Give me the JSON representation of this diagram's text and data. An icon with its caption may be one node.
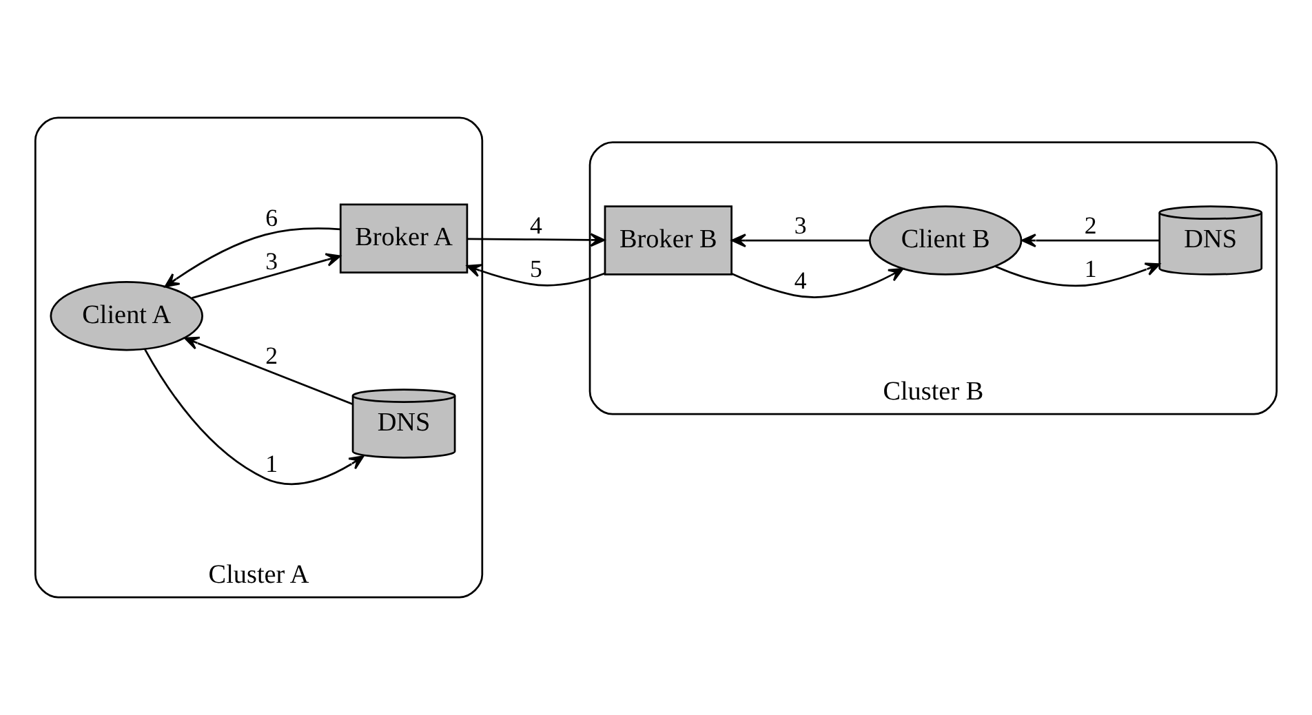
{
  "diagram": {
    "nodes": [
      {
        "text": [
          "Cluster A"
        ]
      },
      {
        "text": [
          "Client A"
        ],
        "in": 0
      },
      {
        "text": [
          "DNS"
        ],
        "in": 0
      },
      {
        "text": [
          "Broker A"
        ],
        "in": 0
      },
      {
        "text": [
          "Cluster B"
        ]
      },
      {
        "text": [
          "Broker B"
        ],
        "in": 4
      },
      {
        "text": [
          "DNS"
        ],
        "in": 4
      },
      {
        "text": [
          "Client B"
        ],
        "in": 4
      }
    ],
    "edges": [
      {
        "from": 1,
        "to": 2,
        "arrow": "to",
        "label": "1"
      },
      {
        "from": 2,
        "to": 1,
        "arrow": "to",
        "label": "2"
      },
      {
        "from": 1,
        "to": 3,
        "arrow": "to",
        "label": "3"
      },
      {
        "from": 3,
        "to": 1,
        "arrow": "to",
        "label": "6"
      },
      {
        "from": 3,
        "to": 5,
        "arrow": "to",
        "label": "4"
      },
      {
        "from": 5,
        "to": 3,
        "arrow": "to",
        "label": "5"
      },
      {
        "from": 5,
        "to": 7,
        "arrow": "to",
        "label": "4"
      },
      {
        "from": 7,
        "to": 5,
        "arrow": "to",
        "label": "3"
      },
      {
        "from": 6,
        "to": 7,
        "arrow": "to",
        "label": "2"
      },
      {
        "from": 7,
        "to": 6,
        "arrow": "to",
        "label": "1"
      }
    ]
  }
}
